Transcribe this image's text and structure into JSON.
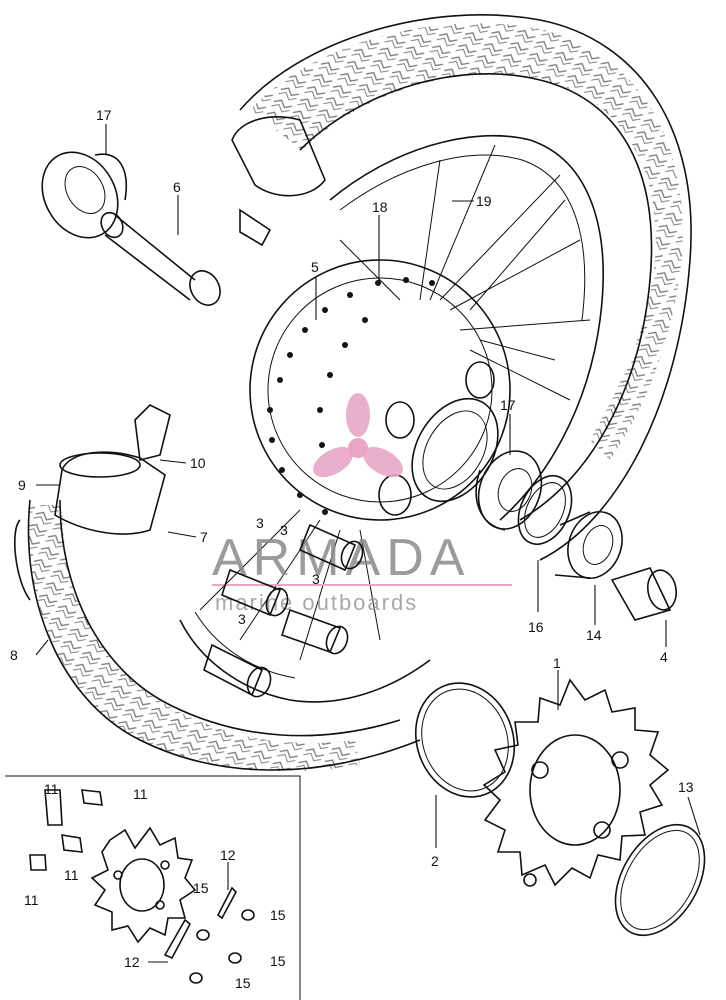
{
  "callouts": {
    "c1": "1",
    "c2": "2",
    "c3a": "3",
    "c3b": "3",
    "c3c": "3",
    "c3d": "3",
    "c4": "4",
    "c5": "5",
    "c6": "6",
    "c7": "7",
    "c8": "8",
    "c9": "9",
    "c10": "10",
    "c11a": "11",
    "c11b": "11",
    "c11c": "11",
    "c11d": "11",
    "c12a": "12",
    "c12b": "12",
    "c13": "13",
    "c14": "14",
    "c15a": "15",
    "c15b": "15",
    "c15c": "15",
    "c15d": "15",
    "c16": "16",
    "c17a": "17",
    "c17b": "17",
    "c18": "18",
    "c19": "19"
  },
  "watermark": {
    "brand": "ARMADA",
    "tagline": "marine outboards",
    "logo_color": "#e8a6c4"
  }
}
